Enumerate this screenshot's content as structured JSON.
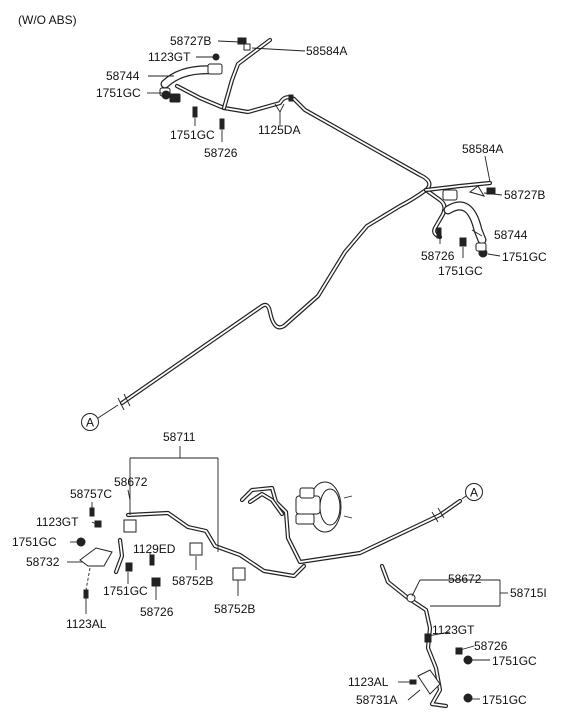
{
  "title": "(W/O ABS)",
  "labels": {
    "p58727B_top": "58727B",
    "p1123GT_top": "1123GT",
    "p58584A_top": "58584A",
    "p58744_left": "58744",
    "p1751GC_left": "1751GC",
    "p1751GC_left2": "1751GC",
    "p58726_left": "58726",
    "p1125DA": "1125DA",
    "p58584A_right": "58584A",
    "p58727B_right": "58727B",
    "p58744_right": "58744",
    "p58726_right": "58726",
    "p1751GC_right": "1751GC",
    "p1751GC_right2": "1751GC",
    "ref_A_left": "A",
    "p58711": "58711",
    "p58672_left": "58672",
    "p58757C": "58757C",
    "p1123GT_lower": "1123GT",
    "p1751GC_lowerleft": "1751GC",
    "p58732": "58732",
    "p1129ED": "1129ED",
    "p1751GC_lower": "1751GC",
    "p58752B_1": "58752B",
    "p58726_lower": "58726",
    "p58752B_2": "58752B",
    "p1123AL_left": "1123AL",
    "ref_A_right": "A",
    "p58672_right": "58672",
    "p58715I": "58715I",
    "p1123GT_right": "1123GT",
    "p58726_br": "58726",
    "p1751GC_br": "1751GC",
    "p1123AL_right": "1123AL",
    "p58731A": "58731A",
    "p1751GC_br2": "1751GC"
  }
}
